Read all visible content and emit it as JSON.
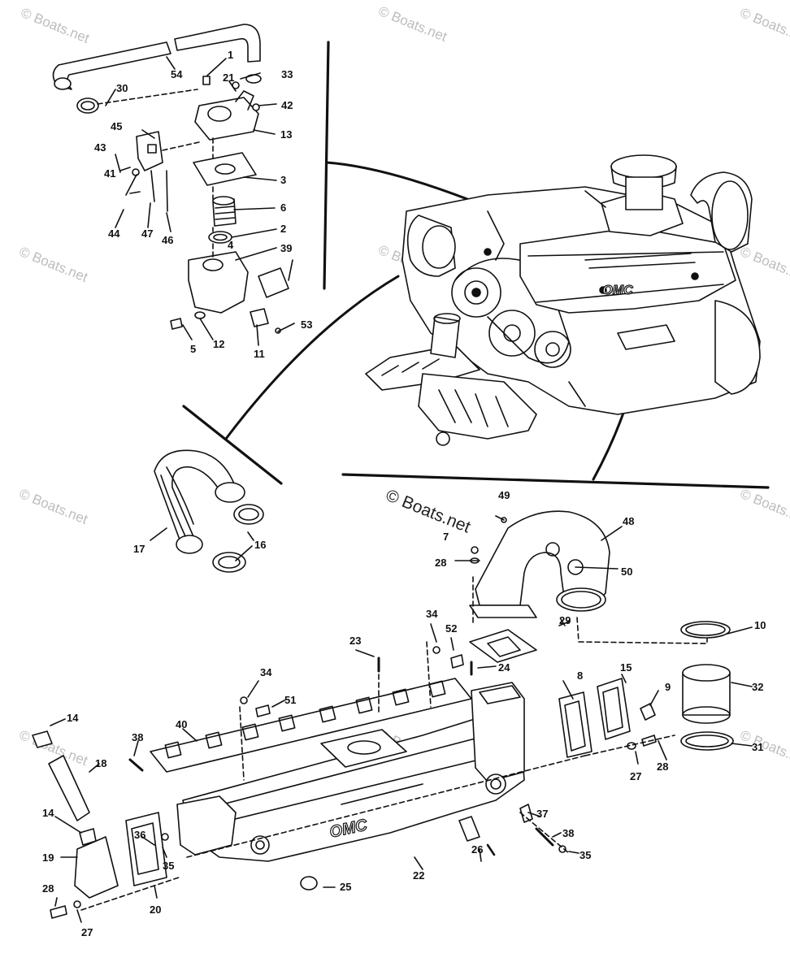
{
  "watermark": {
    "text": "© Boats.net"
  },
  "center_watermark": {
    "text": "© Boats.net"
  },
  "engine": {
    "brand": "OMC"
  },
  "manifold": {
    "brand": "OMC"
  },
  "callouts": [
    {
      "id": "c1",
      "label": "1"
    },
    {
      "id": "c2",
      "label": "2"
    },
    {
      "id": "c3",
      "label": "3"
    },
    {
      "id": "c4",
      "label": "4"
    },
    {
      "id": "c5",
      "label": "5"
    },
    {
      "id": "c6",
      "label": "6"
    },
    {
      "id": "c7",
      "label": "7"
    },
    {
      "id": "c8",
      "label": "8"
    },
    {
      "id": "c9",
      "label": "9"
    },
    {
      "id": "c10",
      "label": "10"
    },
    {
      "id": "c11",
      "label": "11"
    },
    {
      "id": "c12",
      "label": "12"
    },
    {
      "id": "c13",
      "label": "13"
    },
    {
      "id": "c14a",
      "label": "14"
    },
    {
      "id": "c14b",
      "label": "14"
    },
    {
      "id": "c15",
      "label": "15"
    },
    {
      "id": "c16",
      "label": "16"
    },
    {
      "id": "c17",
      "label": "17"
    },
    {
      "id": "c18",
      "label": "18"
    },
    {
      "id": "c19",
      "label": "19"
    },
    {
      "id": "c20",
      "label": "20"
    },
    {
      "id": "c21",
      "label": "21"
    },
    {
      "id": "c22",
      "label": "22"
    },
    {
      "id": "c23",
      "label": "23"
    },
    {
      "id": "c24",
      "label": "24"
    },
    {
      "id": "c25",
      "label": "25"
    },
    {
      "id": "c26",
      "label": "26"
    },
    {
      "id": "c27a",
      "label": "27"
    },
    {
      "id": "c27b",
      "label": "27"
    },
    {
      "id": "c28a",
      "label": "28"
    },
    {
      "id": "c28b",
      "label": "28"
    },
    {
      "id": "c28c",
      "label": "28"
    },
    {
      "id": "c29",
      "label": "29"
    },
    {
      "id": "c30",
      "label": "30"
    },
    {
      "id": "c31",
      "label": "31"
    },
    {
      "id": "c32",
      "label": "32"
    },
    {
      "id": "c33",
      "label": "33"
    },
    {
      "id": "c34a",
      "label": "34"
    },
    {
      "id": "c34b",
      "label": "34"
    },
    {
      "id": "c35a",
      "label": "35"
    },
    {
      "id": "c35b",
      "label": "35"
    },
    {
      "id": "c36",
      "label": "36"
    },
    {
      "id": "c37",
      "label": "37"
    },
    {
      "id": "c38a",
      "label": "38"
    },
    {
      "id": "c38b",
      "label": "38"
    },
    {
      "id": "c39",
      "label": "39"
    },
    {
      "id": "c40",
      "label": "40"
    },
    {
      "id": "c41",
      "label": "41"
    },
    {
      "id": "c42",
      "label": "42"
    },
    {
      "id": "c43",
      "label": "43"
    },
    {
      "id": "c44",
      "label": "44"
    },
    {
      "id": "c45",
      "label": "45"
    },
    {
      "id": "c46",
      "label": "46"
    },
    {
      "id": "c47",
      "label": "47"
    },
    {
      "id": "c48",
      "label": "48"
    },
    {
      "id": "c49",
      "label": "49"
    },
    {
      "id": "c50",
      "label": "50"
    },
    {
      "id": "c51",
      "label": "51"
    },
    {
      "id": "c52",
      "label": "52"
    },
    {
      "id": "c53",
      "label": "53"
    },
    {
      "id": "c54",
      "label": "54"
    }
  ]
}
